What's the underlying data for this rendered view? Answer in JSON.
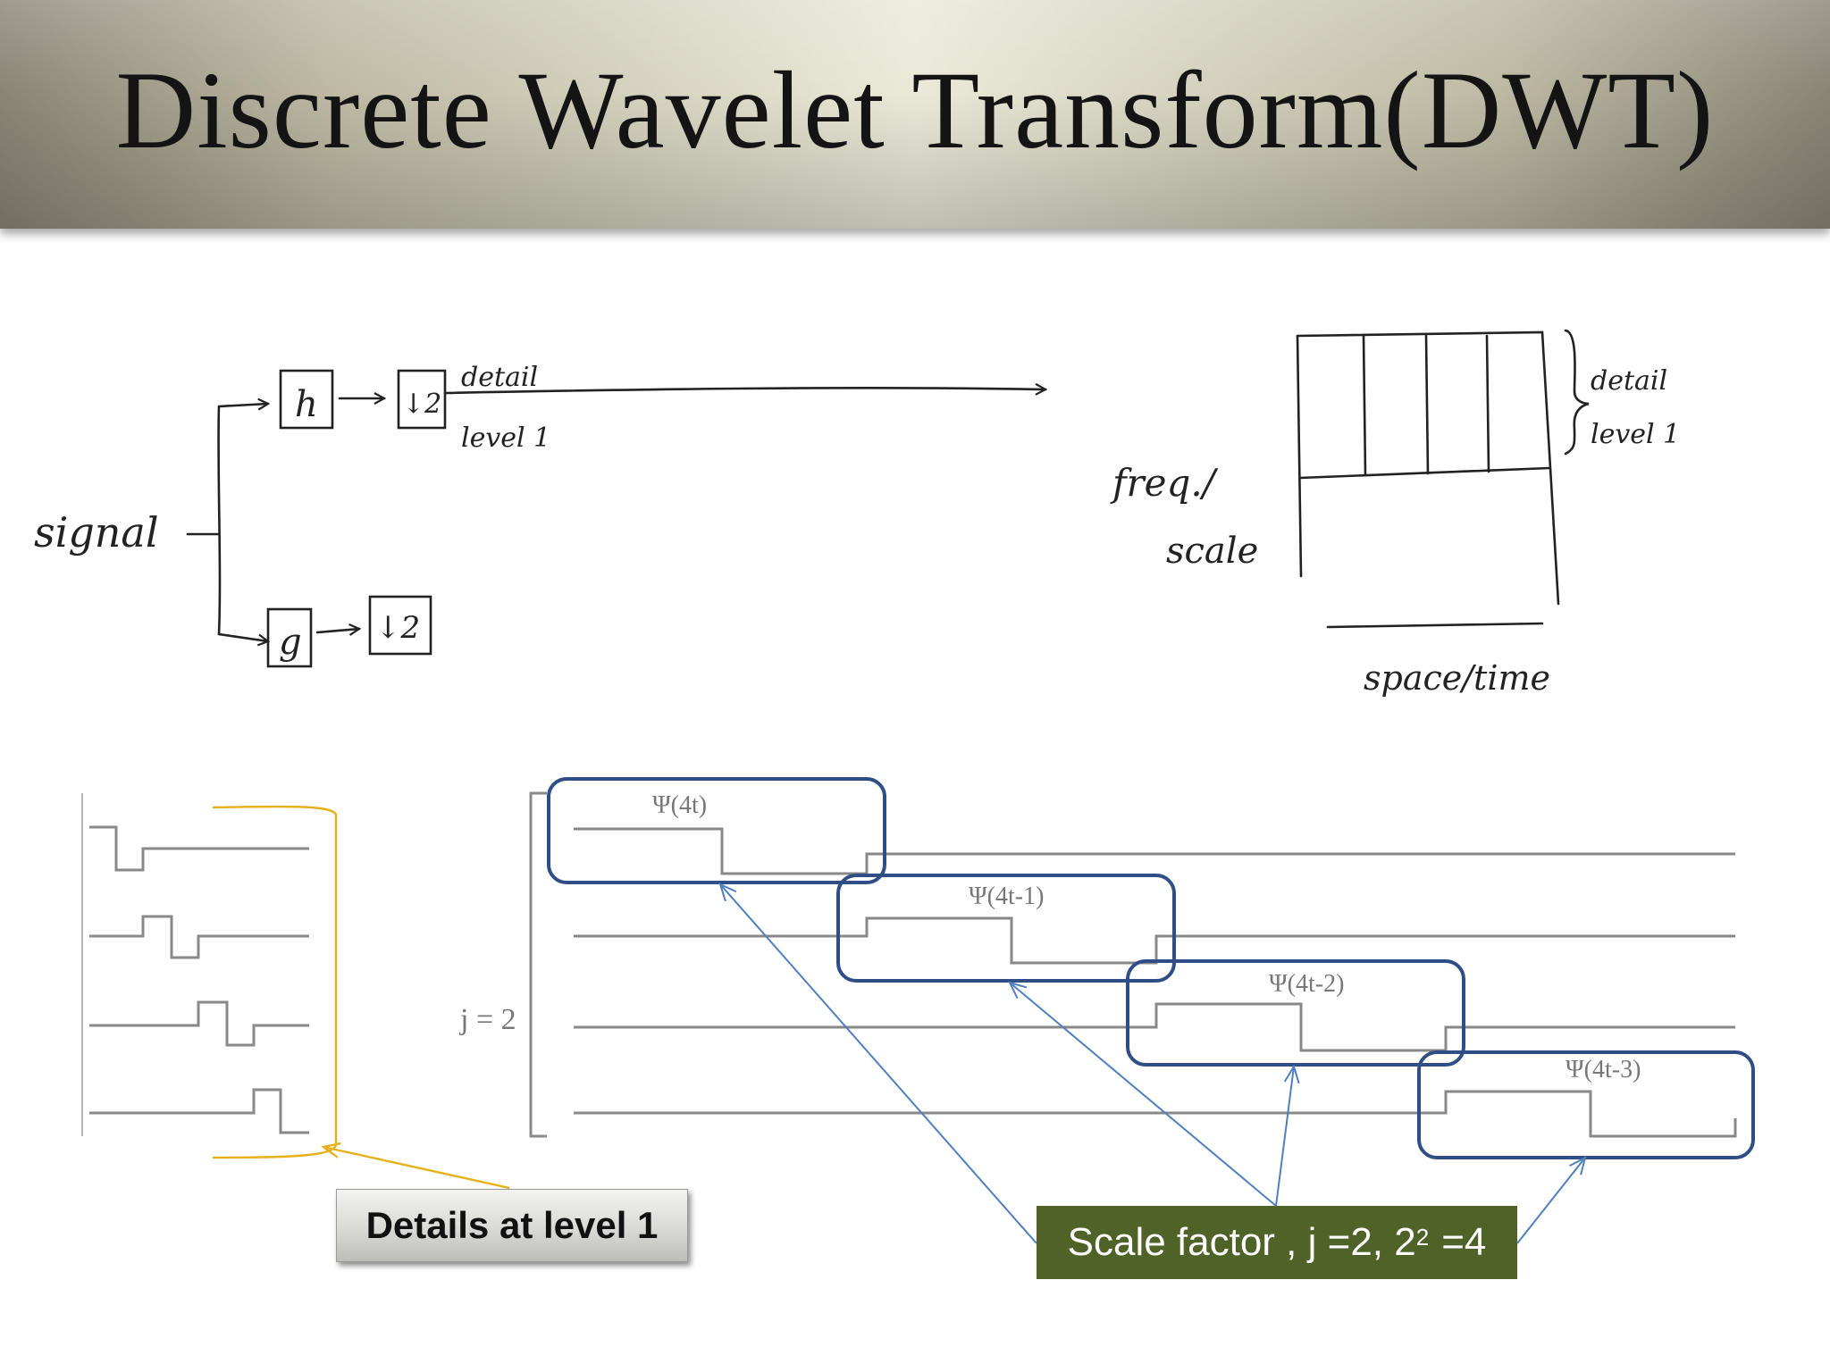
{
  "slide": {
    "title": "Discrete Wavelet Transform(DWT)"
  },
  "flow_diagram": {
    "input_label": "signal",
    "top_filter": "h",
    "top_downsample": "↓2",
    "bottom_filter": "g",
    "bottom_downsample": "↓2",
    "output_label_line1": "detail",
    "output_label_line2": "level 1"
  },
  "tiling_diagram": {
    "y_label_line1": "freq./",
    "y_label_line2": "scale",
    "x_label": "space/time",
    "brace_label_line1": "detail",
    "brace_label_line2": "level 1"
  },
  "wavelet_plot": {
    "j_label": "j = 2",
    "wavelets": [
      "Ψ(4t)",
      "Ψ(4t-1)",
      "Ψ(4t-2)",
      "Ψ(4t-3)"
    ]
  },
  "callouts": {
    "details": "Details at level 1",
    "scale_prefix": "Scale factor , j =2, 2",
    "scale_exp": "2",
    "scale_suffix": "=4"
  },
  "colors": {
    "highlight_box": "#2f4e85",
    "arrow": "#4f7fbf",
    "bracket": "#e6b01a",
    "scale_callout_bg": "#4f6228"
  }
}
